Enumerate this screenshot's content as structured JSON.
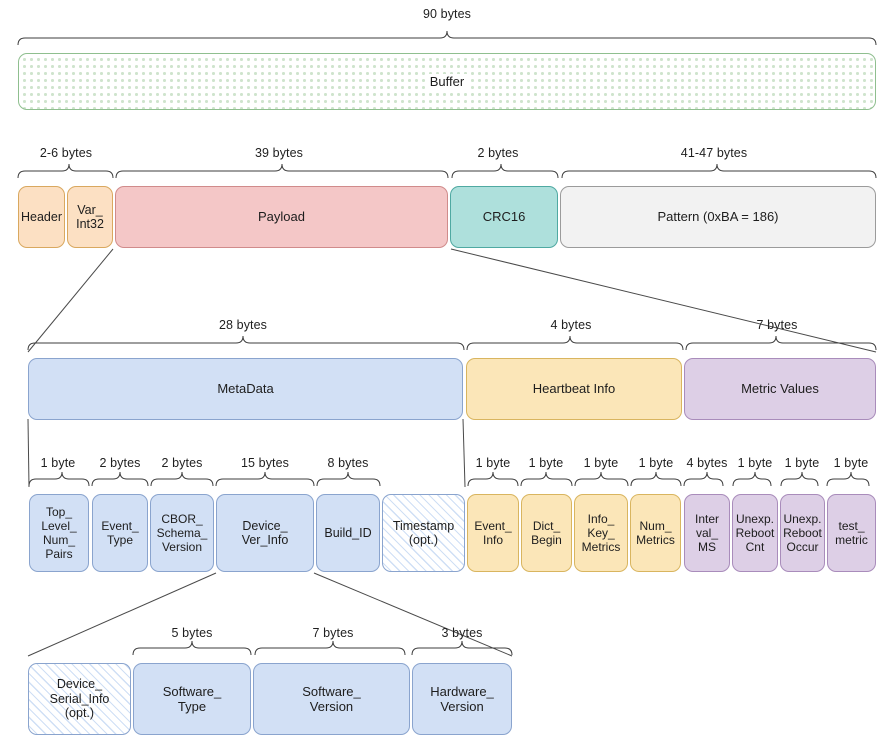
{
  "diagram": {
    "title": "Buffer packet byte layout",
    "colors": {
      "orange": "#fce0c3",
      "pink": "#f4c7c7",
      "teal": "#aee0dc",
      "gray": "#f2f2f2",
      "blue": "#d2e0f5",
      "yellow": "#fbe6b8",
      "purple": "#ddcfe6",
      "buffer_dots": "#cfe4cd"
    },
    "rows": [
      {
        "name": "buffer-row",
        "sizes": [
          "90 bytes"
        ],
        "fields": [
          "Buffer"
        ]
      },
      {
        "name": "packet-row",
        "sizes": [
          "2-6 bytes",
          "39 bytes",
          "2 bytes",
          "41-47 bytes"
        ],
        "fields": [
          "Header",
          "Var_\nInt32",
          "Payload",
          "CRC16",
          "Pattern (0xBA = 186)"
        ]
      },
      {
        "name": "payload-row",
        "sizes": [
          "28 bytes",
          "4 bytes",
          "7 bytes"
        ],
        "fields": [
          "MetaData",
          "Heartbeat Info",
          "Metric Values"
        ]
      },
      {
        "name": "metadata-row",
        "sizes": [
          "1 byte",
          "2 bytes",
          "2 bytes",
          "15 bytes",
          "8 bytes",
          "1 byte",
          "1 byte",
          "1 byte",
          "1 byte",
          "4 bytes",
          "1 byte",
          "1 byte",
          "1 byte"
        ],
        "fields": [
          "Top_\nLevel_\nNum_\nPairs",
          "Event_\nType",
          "CBOR_\nSchema_\nVersion",
          "Device_\nVer_Info",
          "Build_ID",
          "Timestamp\n(opt.)",
          "Event_\nInfo",
          "Dict_\nBegin",
          "Info_\nKey_\nMetrics",
          "Num_\nMetrics",
          "Inter\nval_\nMS",
          "Unexp.\nReboot\nCnt",
          "Unexp.\nReboot\nOccur",
          "test_\nmetric"
        ]
      },
      {
        "name": "device-ver-info-row",
        "sizes": [
          "5 bytes",
          "7 bytes",
          "3 bytes"
        ],
        "fields": [
          "Device_\nSerial_Info\n(opt.)",
          "Software_\nType",
          "Software_\nVersion",
          "Hardware_\nVersion"
        ]
      }
    ],
    "labels": {
      "size_90": "90 bytes",
      "size_2_6": "2-6 bytes",
      "size_39": "39 bytes",
      "size_2": "2 bytes",
      "size_41_47": "41-47 bytes",
      "size_28": "28 bytes",
      "size_4": "4 bytes",
      "size_7": "7 bytes",
      "size_1a": "1 byte",
      "size_2a": "2 bytes",
      "size_2b": "2 bytes",
      "size_15": "15 bytes",
      "size_8": "8 bytes",
      "size_1b": "1 byte",
      "size_1c": "1 byte",
      "size_1d": "1 byte",
      "size_1e": "1 byte",
      "size_4b": "4 bytes",
      "size_1f": "1 byte",
      "size_1g": "1 byte",
      "size_1h": "1 byte",
      "size_5": "5 bytes",
      "size_7b": "7 bytes",
      "size_3": "3 bytes"
    },
    "fields": {
      "buffer": "Buffer",
      "header": "Header",
      "var_int32": "Var_\nInt32",
      "payload": "Payload",
      "crc16": "CRC16",
      "pattern": "Pattern (0xBA = 186)",
      "metadata": "MetaData",
      "heartbeat_info": "Heartbeat Info",
      "metric_values": "Metric Values",
      "top_level_num_pairs": "Top_\nLevel_\nNum_\nPairs",
      "event_type": "Event_\nType",
      "cbor_schema_version": "CBOR_\nSchema_\nVersion",
      "device_ver_info": "Device_\nVer_Info",
      "build_id": "Build_ID",
      "timestamp": "Timestamp\n(opt.)",
      "event_info": "Event_\nInfo",
      "dict_begin": "Dict_\nBegin",
      "info_key_metrics": "Info_\nKey_\nMetrics",
      "num_metrics": "Num_\nMetrics",
      "interval_ms": "Inter\nval_\nMS",
      "unexp_reboot_cnt": "Unexp.\nReboot\nCnt",
      "unexp_reboot_occur": "Unexp.\nReboot\nOccur",
      "test_metric": "test_\nmetric",
      "device_serial_info": "Device_\nSerial_Info\n(opt.)",
      "software_type": "Software_\nType",
      "software_version": "Software_\nVersion",
      "hardware_version": "Hardware_\nVersion"
    }
  }
}
